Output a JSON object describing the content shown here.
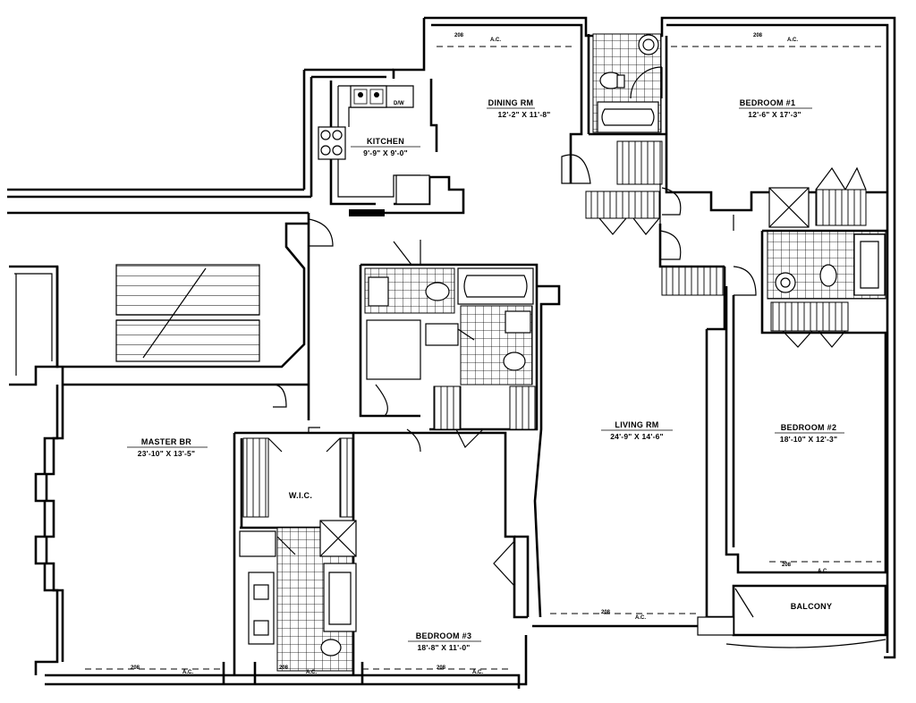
{
  "rooms": {
    "dining": {
      "name": "DINING RM",
      "dims": "12'-2\" X 11'-8\""
    },
    "kitchen": {
      "name": "KITCHEN",
      "dims": "9'-9\" X 9'-0\""
    },
    "bedroom1": {
      "name": "BEDROOM #1",
      "dims": "12'-6\" X 17'-3\""
    },
    "master": {
      "name": "MASTER BR",
      "dims": "23'-10\" X 13'-5\""
    },
    "living": {
      "name": "LIVING RM",
      "dims": "24'-9\" X 14'-6\""
    },
    "bedroom2": {
      "name": "BEDROOM #2",
      "dims": "18'-10\" X 12'-3\""
    },
    "wic": {
      "name": "W.I.C."
    },
    "bedroom3": {
      "name": "BEDROOM #3",
      "dims": "18'-8\" X 11'-0\""
    },
    "balcony": {
      "name": "BALCONY"
    }
  },
  "kitchen_fixture": {
    "dishwasher_label": "D/W"
  },
  "ac_units": [
    {
      "id": "ac-dining",
      "code": "208",
      "label": "A.C."
    },
    {
      "id": "ac-bedroom1",
      "code": "208",
      "label": "A.C."
    },
    {
      "id": "ac-bedroom2",
      "code": "208",
      "label": "A.C."
    },
    {
      "id": "ac-living",
      "code": "208",
      "label": "A.C."
    },
    {
      "id": "ac-bedroom3",
      "code": "208",
      "label": "A.C."
    },
    {
      "id": "ac-bath",
      "code": "208",
      "label": "A.C."
    },
    {
      "id": "ac-master",
      "code": "208",
      "label": "A.C."
    }
  ]
}
